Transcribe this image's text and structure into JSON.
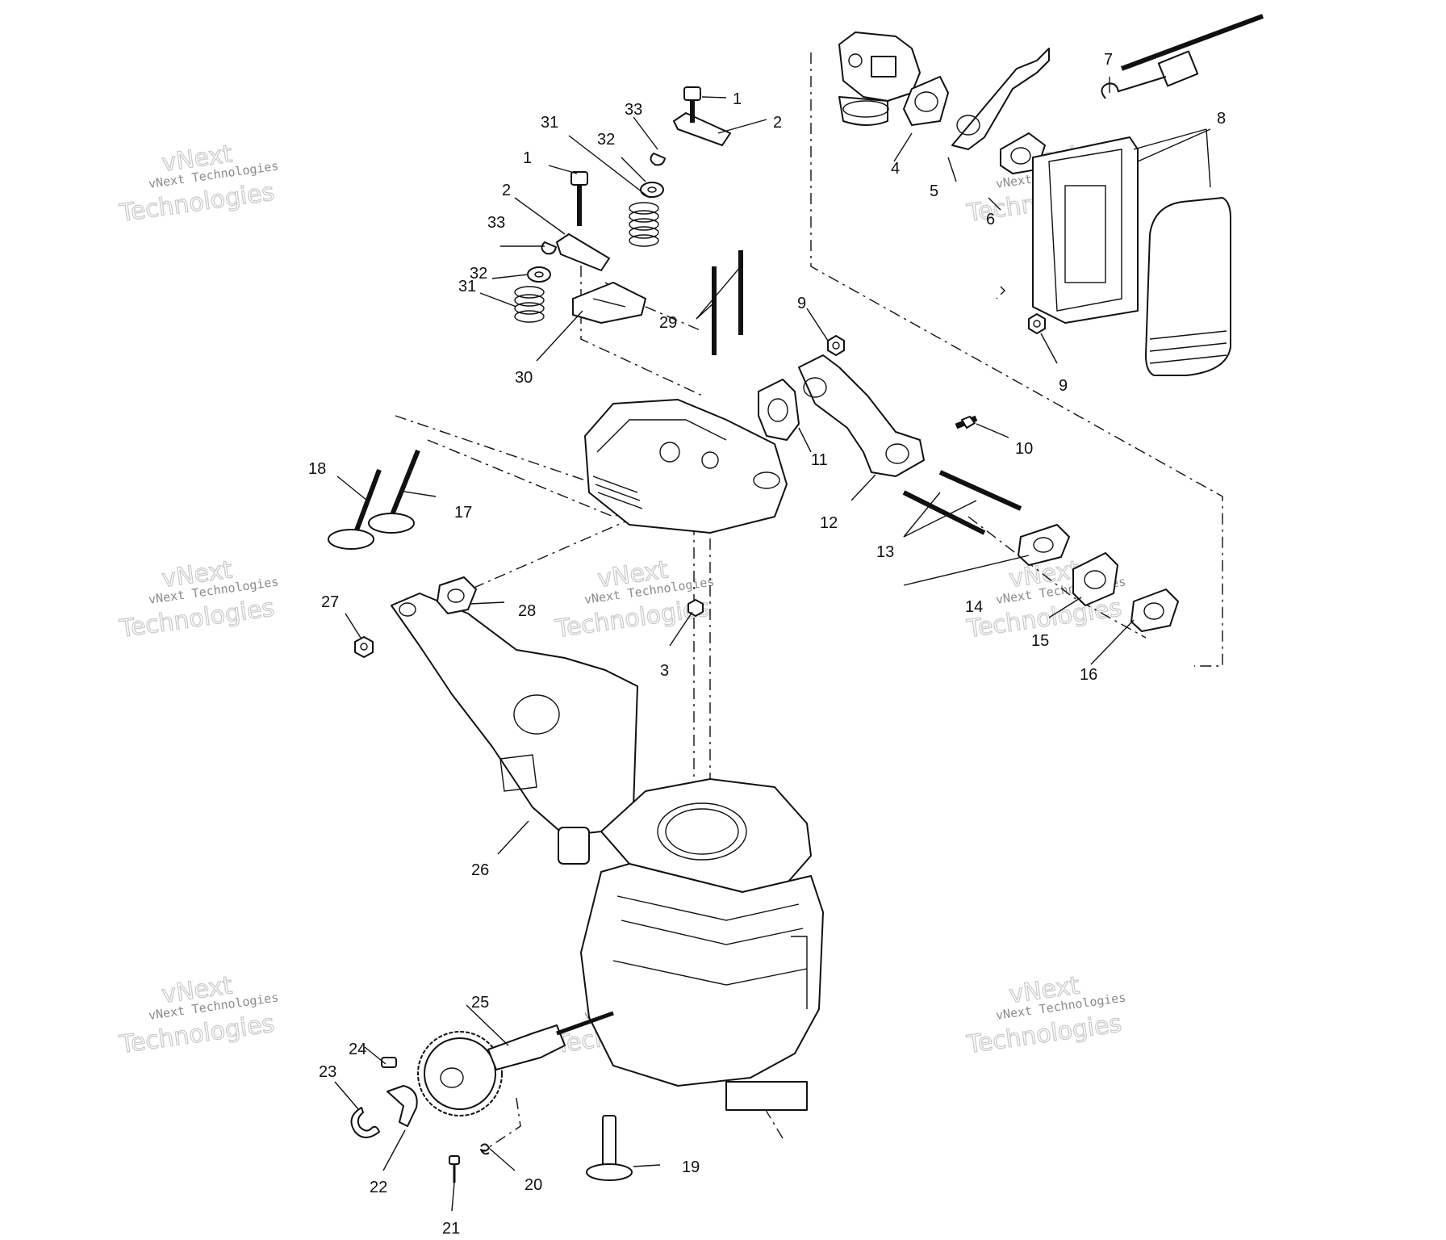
{
  "callouts": [
    {
      "id": "c1a",
      "text": "1"
    },
    {
      "id": "c1b",
      "text": "1"
    },
    {
      "id": "c2a",
      "text": "2"
    },
    {
      "id": "c2b",
      "text": "2"
    },
    {
      "id": "c3",
      "text": "3"
    },
    {
      "id": "c4",
      "text": "4"
    },
    {
      "id": "c5",
      "text": "5"
    },
    {
      "id": "c6",
      "text": "6"
    },
    {
      "id": "c7",
      "text": "7"
    },
    {
      "id": "c8",
      "text": "8"
    },
    {
      "id": "c9a",
      "text": "9"
    },
    {
      "id": "c9b",
      "text": "9"
    },
    {
      "id": "c10",
      "text": "10"
    },
    {
      "id": "c11",
      "text": "11"
    },
    {
      "id": "c12",
      "text": "12"
    },
    {
      "id": "c13",
      "text": "13"
    },
    {
      "id": "c14",
      "text": "14"
    },
    {
      "id": "c15",
      "text": "15"
    },
    {
      "id": "c16",
      "text": "16"
    },
    {
      "id": "c17",
      "text": "17"
    },
    {
      "id": "c18",
      "text": "18"
    },
    {
      "id": "c19",
      "text": "19"
    },
    {
      "id": "c20",
      "text": "20"
    },
    {
      "id": "c21",
      "text": "21"
    },
    {
      "id": "c22",
      "text": "22"
    },
    {
      "id": "c23",
      "text": "23"
    },
    {
      "id": "c24",
      "text": "24"
    },
    {
      "id": "c25",
      "text": "25"
    },
    {
      "id": "c26",
      "text": "26"
    },
    {
      "id": "c27",
      "text": "27"
    },
    {
      "id": "c28",
      "text": "28"
    },
    {
      "id": "c29",
      "text": "29"
    },
    {
      "id": "c30",
      "text": "30"
    },
    {
      "id": "c31a",
      "text": "31"
    },
    {
      "id": "c31b",
      "text": "31"
    },
    {
      "id": "c32a",
      "text": "32"
    },
    {
      "id": "c32b",
      "text": "32"
    },
    {
      "id": "c33a",
      "text": "33"
    },
    {
      "id": "c33b",
      "text": "33"
    }
  ],
  "watermark": {
    "line1": "vNext",
    "line2": "vNext Technologies",
    "line3": "Technologies"
  },
  "colors": {
    "ink": "#111111",
    "watermark": "#c8c8c8",
    "background": "#ffffff"
  }
}
